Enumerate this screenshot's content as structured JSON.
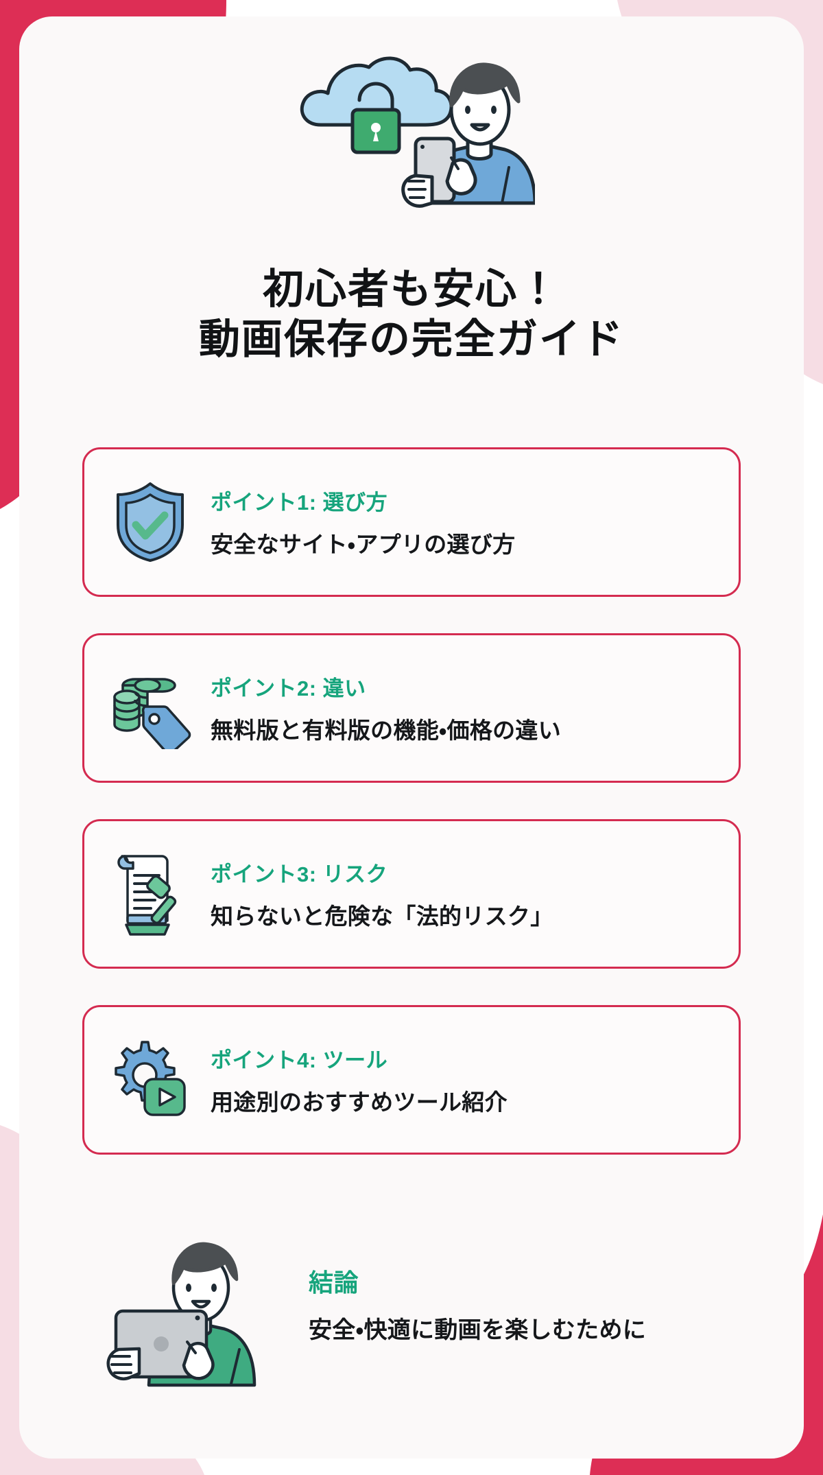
{
  "theme": {
    "background": "#fdfbfb",
    "blob_crimson": "#dd2e55",
    "blob_pink": "#f6dde4",
    "card_border": "#d42b50",
    "accent_teal": "#16a47c",
    "text_dark": "#15171a",
    "icon_blue": "#77aede",
    "icon_green": "#57b98c",
    "icon_outline": "#1e2a33"
  },
  "hero": {
    "cloud_lock_icon": "cloud-lock-icon",
    "person_phone_icon": "person-with-smartphone-illustration"
  },
  "title": {
    "line1": "初心者も安心！",
    "line2": "動画保存の完全ガイド"
  },
  "cards": [
    {
      "icon": "shield-check-icon",
      "kicker": "ポイント1: 選び方",
      "text": "安全なサイト・アプリの選び方"
    },
    {
      "icon": "coins-price-tag-icon",
      "kicker": "ポイント2: 違い",
      "text": "無料版と有料版の機能・価格の違い"
    },
    {
      "icon": "scroll-gavel-icon",
      "kicker": "ポイント3: リスク",
      "text": "知らないと危険な「法的リスク」"
    },
    {
      "icon": "gear-play-icon",
      "kicker": "ポイント4: ツール",
      "text": "用途別のおすすめツール紹介"
    }
  ],
  "conclusion": {
    "icon": "person-with-tablet-illustration",
    "kicker": "結論",
    "text": "安全・快適に動画を楽しむために"
  }
}
